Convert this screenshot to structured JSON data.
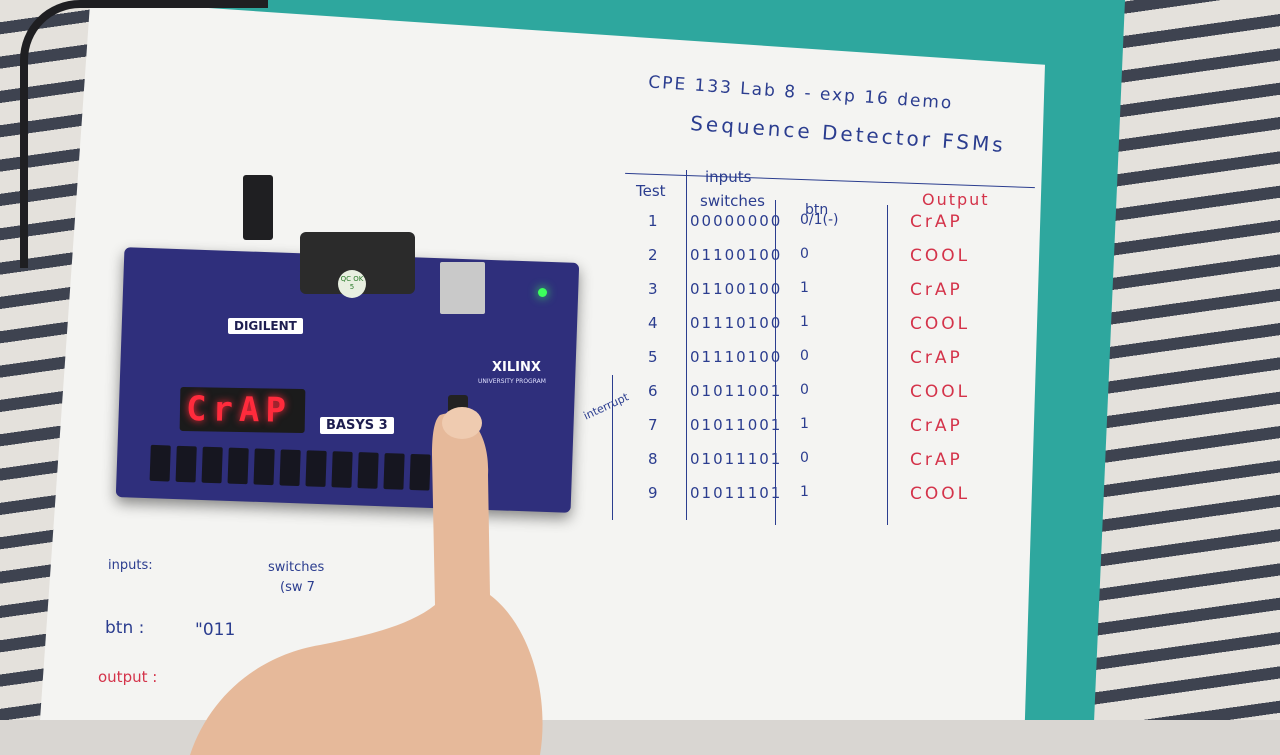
{
  "notes": {
    "course_header": "CPE 133   Lab 8 - exp 16 demo",
    "title": "Sequence Detector FSMs",
    "table": {
      "inputs_label": "inputs",
      "col_test": "Test",
      "col_switches": "switches",
      "col_btn": "btn",
      "col_output": "Output",
      "interrupt_note": "interrupt",
      "rows": [
        {
          "test": "1",
          "switches": "00000000",
          "btn": "0/1(-)",
          "output": "CrAP"
        },
        {
          "test": "2",
          "switches": "01100100",
          "btn": "0",
          "output": "COOL"
        },
        {
          "test": "3",
          "switches": "01100100",
          "btn": "1",
          "output": "CrAP"
        },
        {
          "test": "4",
          "switches": "01110100",
          "btn": "1",
          "output": "COOL"
        },
        {
          "test": "5",
          "switches": "01110100",
          "btn": "0",
          "output": "CrAP"
        },
        {
          "test": "6",
          "switches": "01011001",
          "btn": "0",
          "output": "COOL"
        },
        {
          "test": "7",
          "switches": "01011001",
          "btn": "1",
          "output": "CrAP"
        },
        {
          "test": "8",
          "switches": "01011101",
          "btn": "0",
          "output": "CrAP"
        },
        {
          "test": "9",
          "switches": "01011101",
          "btn": "1",
          "output": "COOL"
        }
      ]
    },
    "bottom": {
      "inputs_label": "inputs:",
      "switches_label": "switches",
      "sw_label": "(sw 7",
      "btn_label": "btn :",
      "btn_value": "\"011",
      "output_label": "output :"
    }
  },
  "board": {
    "display_text": "CrAP",
    "brand": "DIGILENT",
    "model": "BASYS 3",
    "chip_brand": "XILINX",
    "chip_sub": "UNIVERSITY PROGRAM",
    "sticker": "QC OK",
    "sticker_num": "5",
    "led_color": "#3cff5c",
    "display_color": "#ff2b3c"
  },
  "colors": {
    "ink_blue": "#2b3d8f",
    "ink_red": "#d4334a",
    "board_blue": "#2f2f7c",
    "binder_teal": "#2ea79e"
  }
}
